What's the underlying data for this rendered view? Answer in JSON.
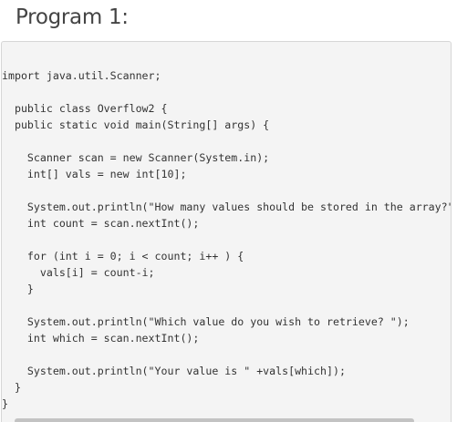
{
  "heading": "Program 1:",
  "code_lines": [
    "import java.util.Scanner;",
    "",
    "  public class Overflow2 {",
    "  public static void main(String[] args) {",
    "",
    "    Scanner scan = new Scanner(System.in);",
    "    int[] vals = new int[10];",
    "",
    "    System.out.println(\"How many values should be stored in the array?\");",
    "    int count = scan.nextInt();",
    "",
    "    for (int i = 0; i < count; i++ ) {",
    "      vals[i] = count-i;",
    "    }",
    "",
    "    System.out.println(\"Which value do you wish to retrieve? \");",
    "    int which = scan.nextInt();",
    "",
    "    System.out.println(\"Your value is \" +vals[which]);",
    "  }",
    "}"
  ]
}
